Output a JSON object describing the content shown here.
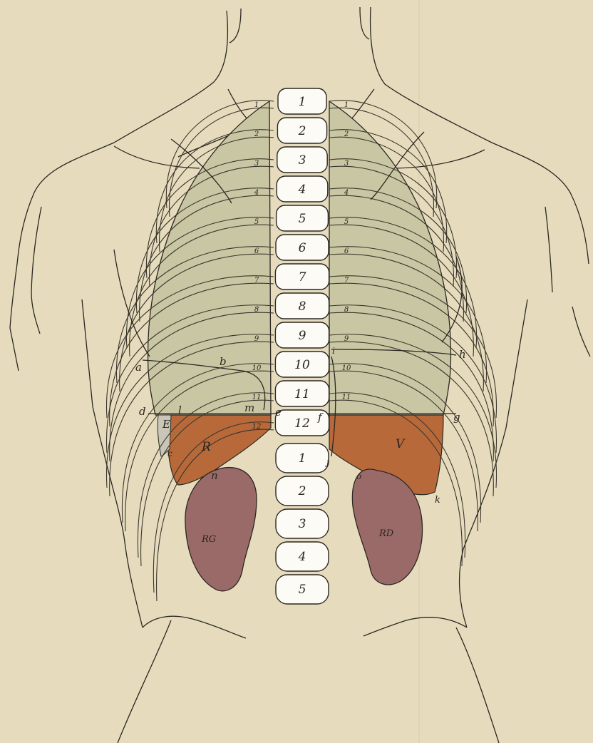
{
  "colors": {
    "paper": "#e6dcbd",
    "lung": "#c9c6a4",
    "liver_zone": "#b8693a",
    "spleen_zone": "#b8693a",
    "kidney": "#9a6a68",
    "outline": "#2b2722",
    "vertebra": "#fdfbf5"
  },
  "vertebrae": {
    "thoracic": [
      "1",
      "2",
      "3",
      "4",
      "5",
      "6",
      "7",
      "8",
      "9",
      "10",
      "11",
      "12"
    ],
    "lumbar": [
      "1",
      "2",
      "3",
      "4",
      "5"
    ]
  },
  "ribs": {
    "left": [
      "1",
      "2",
      "3",
      "4",
      "5",
      "6",
      "7",
      "8",
      "9",
      "10",
      "11",
      "12"
    ],
    "right": [
      "1",
      "2",
      "3",
      "4",
      "5",
      "6",
      "7",
      "8",
      "9",
      "10",
      "11"
    ]
  },
  "labels": {
    "a": "a",
    "b": "b",
    "d": "d",
    "E": "E",
    "l": "l",
    "c": "c",
    "m": "m",
    "e": "e",
    "f": "f",
    "g": "g",
    "h": "h",
    "i": "i",
    "j": "j",
    "k": "k",
    "n": "n",
    "o": "o",
    "R": "R",
    "V": "V",
    "RG": "RG",
    "RD": "RD"
  }
}
